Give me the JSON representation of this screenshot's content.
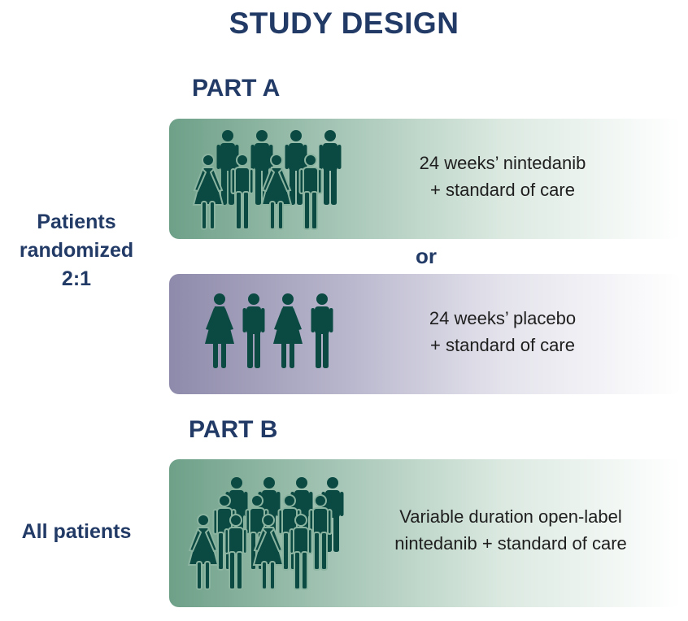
{
  "title": "STUDY DESIGN",
  "part_a": {
    "label": "PART A",
    "side_label": [
      "Patients",
      "randomized",
      "2:1"
    ],
    "arm_1": {
      "lines": [
        "24 weeks’ nintedanib",
        "+ standard of care"
      ],
      "color": "#6ea088"
    },
    "or_label": "or",
    "arm_2": {
      "lines": [
        "24 weeks’ placebo",
        "+ standard of care"
      ],
      "color": "#8e8aab"
    }
  },
  "part_b": {
    "label": "PART B",
    "side_label": "All patients",
    "arm": {
      "lines": [
        "Variable duration open-label",
        "nintedanib + standard of care"
      ],
      "color": "#6ea088"
    }
  },
  "icons": {
    "person_color": "#0b4a42",
    "names": [
      "male-person-icon",
      "female-person-icon"
    ]
  }
}
